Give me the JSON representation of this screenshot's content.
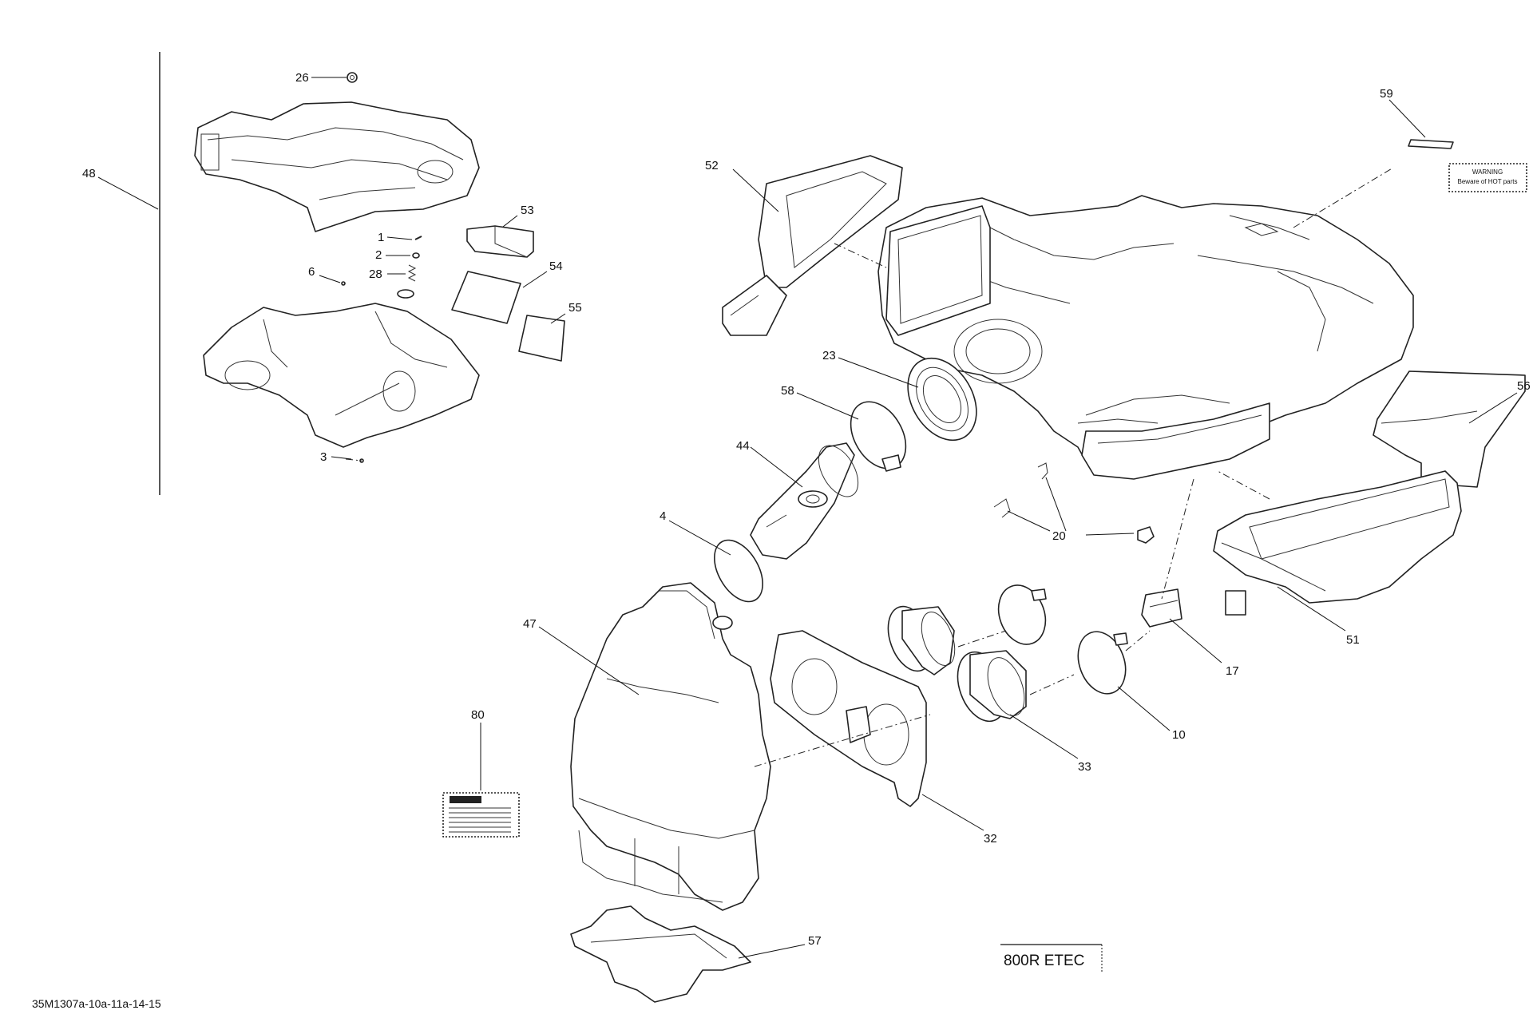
{
  "callouts": [
    {
      "id": "c26",
      "label": "26"
    },
    {
      "id": "c48",
      "label": "48"
    },
    {
      "id": "c53",
      "label": "53"
    },
    {
      "id": "c1",
      "label": "1"
    },
    {
      "id": "c2",
      "label": "2"
    },
    {
      "id": "c28",
      "label": "28"
    },
    {
      "id": "c6",
      "label": "6"
    },
    {
      "id": "c54",
      "label": "54"
    },
    {
      "id": "c55",
      "label": "55"
    },
    {
      "id": "c3",
      "label": "3"
    },
    {
      "id": "c52",
      "label": "52"
    },
    {
      "id": "c59",
      "label": "59"
    },
    {
      "id": "c56",
      "label": "56"
    },
    {
      "id": "c23",
      "label": "23"
    },
    {
      "id": "c58",
      "label": "58"
    },
    {
      "id": "c44",
      "label": "44"
    },
    {
      "id": "c4",
      "label": "4"
    },
    {
      "id": "c20",
      "label": "20"
    },
    {
      "id": "c51",
      "label": "51"
    },
    {
      "id": "c47",
      "label": "47"
    },
    {
      "id": "c17",
      "label": "17"
    },
    {
      "id": "c10",
      "label": "10"
    },
    {
      "id": "c33",
      "label": "33"
    },
    {
      "id": "c32",
      "label": "32"
    },
    {
      "id": "c80",
      "label": "80"
    },
    {
      "id": "c57",
      "label": "57"
    }
  ],
  "labels": {
    "warning_title": "WARNING",
    "warning_text": "Beware of HOT parts"
  },
  "model_name": "800R ETEC",
  "drawing_code": "35M1307a-10a-11a-14-15"
}
